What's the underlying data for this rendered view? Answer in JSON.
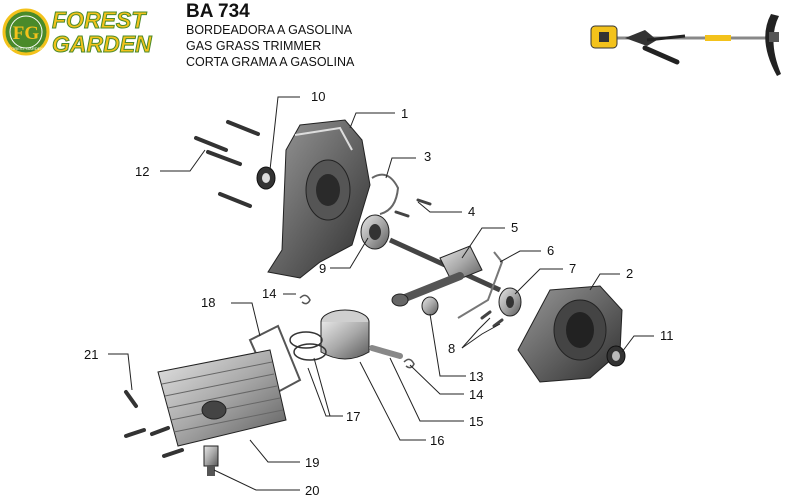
{
  "brand": {
    "line1": "FOREST",
    "line2": "GARDEN",
    "badge": "FG",
    "badge_sub": "FOREST GARDEN"
  },
  "header": {
    "model": "BA 734",
    "lines": [
      "BORDEADORA A GASOLINA",
      "GAS GRASS TRIMMER",
      "CORTA GRAMA A GASOLINA"
    ]
  },
  "colors": {
    "brand_yellow": "#f3c21b",
    "brand_green": "#4a8a2a",
    "part_gray": "#9a9a9a",
    "line": "#222222"
  },
  "callouts": [
    "10",
    "1",
    "12",
    "3",
    "4",
    "5",
    "9",
    "6",
    "7",
    "2",
    "14",
    "18",
    "11",
    "21",
    "8",
    "13",
    "14",
    "15",
    "17",
    "16",
    "19",
    "20"
  ]
}
